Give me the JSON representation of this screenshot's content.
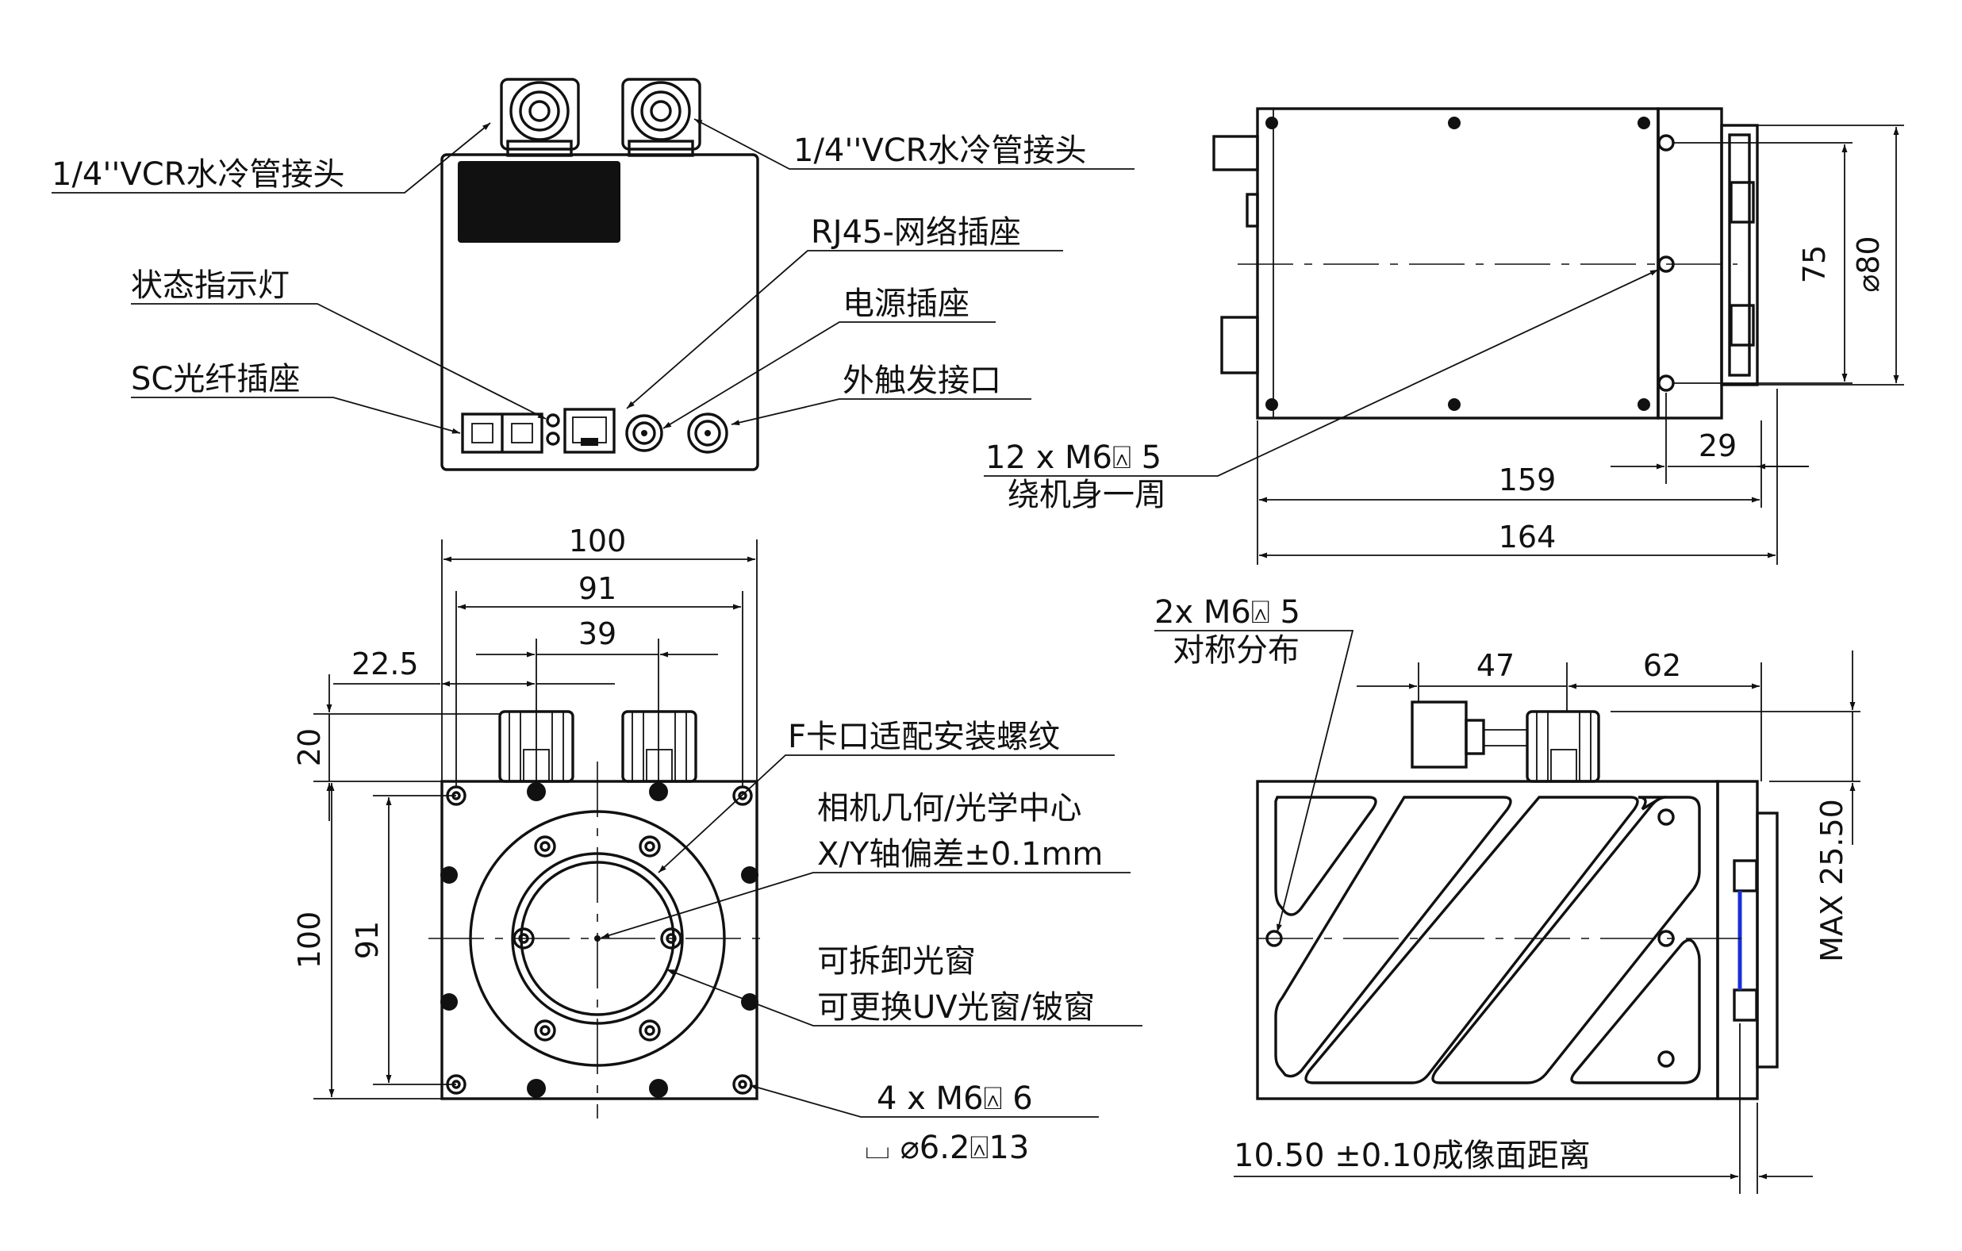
{
  "top_view": {
    "vcr_left": "1/4''VCR水冷管接头",
    "vcr_right": "1/4''VCR水冷管接头",
    "rj45": "RJ45-网络插座",
    "status_led": "状态指示灯",
    "power": "电源插座",
    "sc_fiber": "SC光纤插座",
    "trigger": "外触发接口"
  },
  "side_view": {
    "hole_note_line1": "12 x  M6⍓ 5",
    "hole_note_line2": "绕机身一周",
    "dim_75": "75",
    "dim_phi80": "⌀80",
    "dim_29": "29",
    "dim_159": "159",
    "dim_164": "164"
  },
  "front_view": {
    "dim_100_top": "100",
    "dim_91_top": "91",
    "dim_39": "39",
    "dim_22_5": "22.5",
    "dim_20": "20",
    "dim_100_left": "100",
    "dim_91_left": "91",
    "f_mount": "F卡口适配安装螺纹",
    "center_line1": "相机几何/光学中心",
    "center_line2": "X/Y轴偏差±0.1mm",
    "window_line1": "可拆卸光窗",
    "window_line2": "可更换UV光窗/铍窗",
    "hole_note_line1": "4 x  M6⍓ 6",
    "hole_note_line2": "⌴ ⌀6.2⍓13"
  },
  "bottom_view": {
    "hole_note_line1": "2x  M6⍓ 5",
    "hole_note_line2": "对称分布",
    "dim_47": "47",
    "dim_62": "62",
    "dim_max": "MAX 25.50",
    "imaging_distance": "10.50 ±0.10成像面距离"
  },
  "colors": {
    "line": "#111111",
    "accent_window": "#1a2fd6"
  }
}
